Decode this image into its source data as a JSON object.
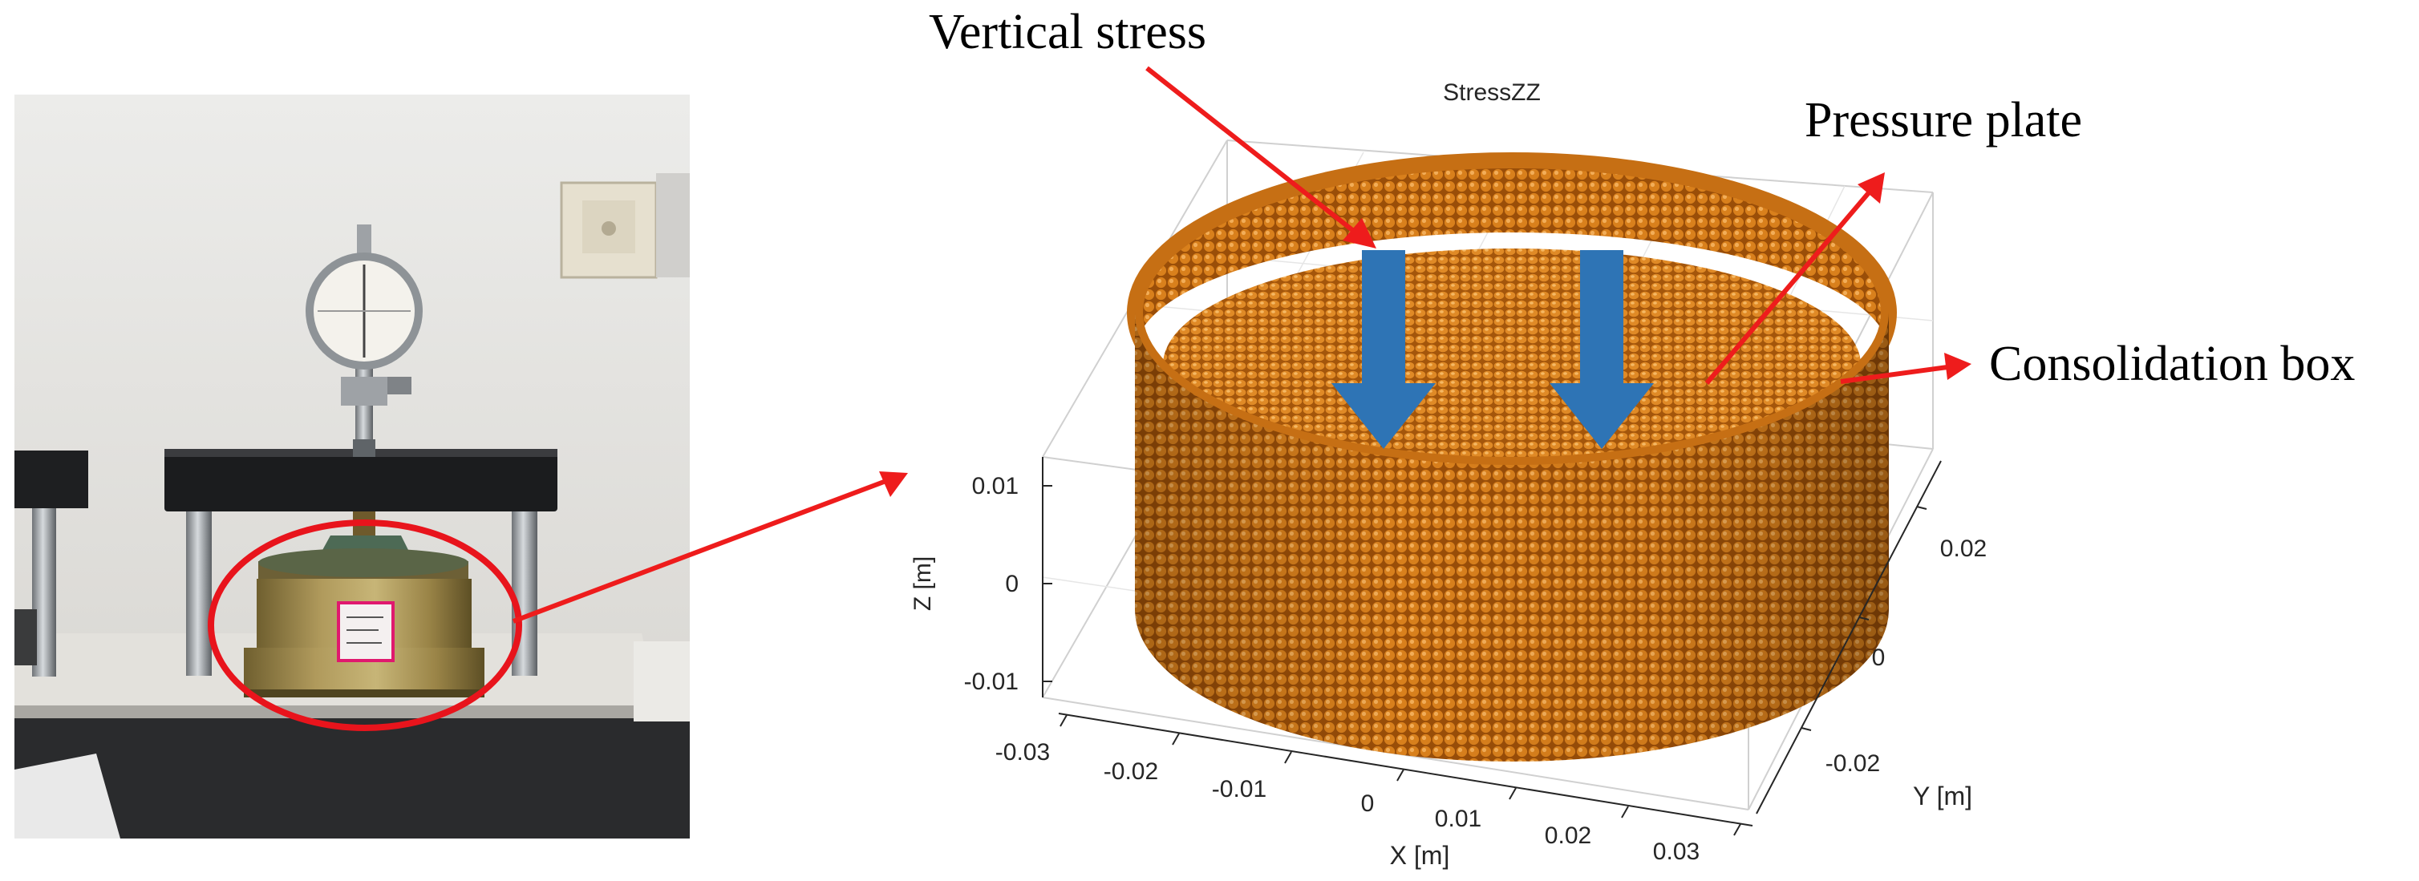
{
  "title": "StressZZ",
  "annotations": {
    "vertical_stress": "Vertical stress",
    "pressure_plate": "Pressure plate",
    "consolidation_box": "Consolidation box"
  },
  "axes": {
    "x_label": "X [m]",
    "y_label": "Y [m]",
    "z_label": "Z [m]",
    "x_ticks": [
      "-0.03",
      "-0.02",
      "-0.01",
      "0",
      "0.01",
      "0.02",
      "0.03"
    ],
    "y_ticks": [
      "-0.02",
      "0",
      "0.02"
    ],
    "z_ticks": [
      "0.01",
      "0",
      "-0.01"
    ]
  },
  "colors": {
    "arrow_red": "#ee1c1c",
    "particle_orange": "#d9801c",
    "stress_arrow_blue": "#2e74b5",
    "callout_ellipse": "#e8141c"
  }
}
